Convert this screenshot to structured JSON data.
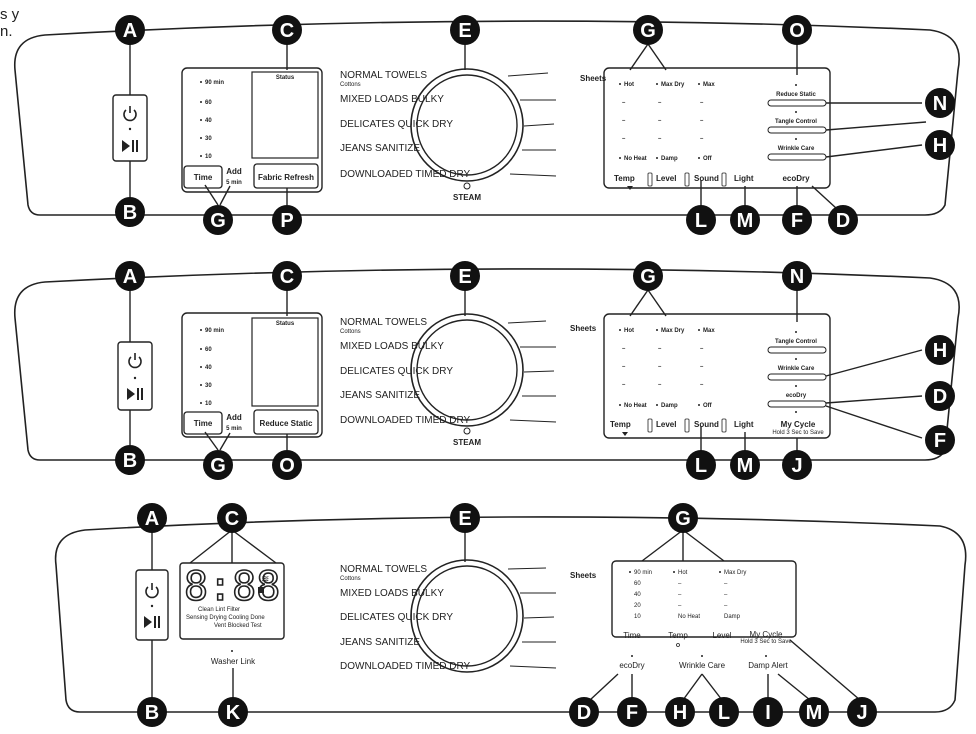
{
  "corner_text": [
    "s y",
    "n."
  ],
  "callouts": [
    "A",
    "B",
    "C",
    "D",
    "E",
    "F",
    "G",
    "H",
    "I",
    "J",
    "K",
    "L",
    "M",
    "N",
    "O",
    "P"
  ],
  "cycles": [
    "NORMAL TOWELS",
    "Cottons",
    "MIXED LOADS BULKY",
    "DELICATES QUICK DRY",
    "JEANS SANITIZE",
    "DOWNLOADED TIMED DRY"
  ],
  "steam_label": "STEAM",
  "sheets_label": "Sheets",
  "panel1": {
    "time_options": [
      "90 min",
      "60",
      "40",
      "30",
      "10"
    ],
    "status_label": "Status",
    "time_btn": "Time",
    "add_label": "Add",
    "add_sub": "5 min",
    "left_button": "Fabric Refresh",
    "options_col1": [
      "Hot",
      "–",
      "–",
      "–",
      "No Heat"
    ],
    "options_col2": [
      "Max Dry",
      "–",
      "–",
      "–",
      "Damp"
    ],
    "options_col3": [
      "Max",
      "–",
      "–",
      "–",
      "Off"
    ],
    "side_buttons": [
      "Reduce Static",
      "Tangle Control",
      "Wrinkle Care"
    ],
    "bottom_labels": [
      "Temp",
      "Level",
      "Sound",
      "Light",
      "ecoDry"
    ]
  },
  "panel2": {
    "left_button": "Reduce Static",
    "side_buttons": [
      "Tangle Control",
      "Wrinkle Care",
      "ecoDry"
    ],
    "my_cycle": "My Cycle",
    "my_cycle_sub": "Hold 3 Sec to Save",
    "bottom_labels": [
      "Temp",
      "Level",
      "Sound",
      "Light"
    ]
  },
  "panel3": {
    "display_digits": "8:88",
    "display_row1": [
      "Clean",
      "Lint",
      "Filter"
    ],
    "display_row2": [
      "Sensing",
      "Drying",
      "Cooling",
      "Done"
    ],
    "display_row3": [
      "Vent",
      "Blocked",
      "Test"
    ],
    "washer_link": "Washer Link",
    "grid_col1": [
      "90 min",
      "60",
      "40",
      "20",
      "10"
    ],
    "grid_col2": [
      "Hot",
      "–",
      "–",
      "–",
      "No Heat"
    ],
    "grid_col3": [
      "Max Dry",
      "–",
      "–",
      "–",
      "Damp"
    ],
    "grid_labels": [
      "Time",
      "Temp",
      "Level",
      "My Cycle"
    ],
    "my_cycle_sub": "Hold 3 Sec to Save",
    "bottom_buttons": [
      "ecoDry",
      "Wrinkle Care",
      "Damp Alert"
    ]
  }
}
